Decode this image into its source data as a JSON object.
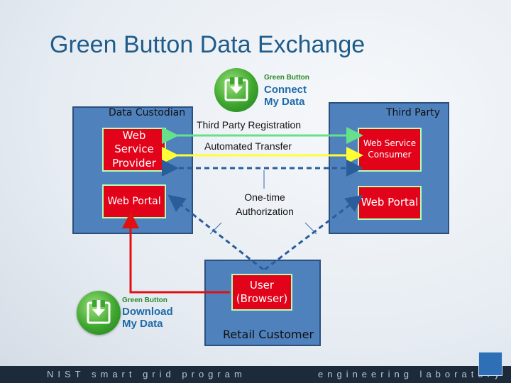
{
  "title": "Green Button Data Exchange",
  "connect_logo": {
    "small": "Green Button",
    "line1": "Connect",
    "line2": "My Data"
  },
  "download_logo": {
    "small": "Green Button",
    "line1": "Download",
    "line2": "My Data"
  },
  "custodian": {
    "label": "Data Custodian",
    "web_service_provider": "Web Service Provider",
    "web_portal": "Web Portal"
  },
  "third_party": {
    "label": "Third Party",
    "web_service_consumer": "Web Service Consumer",
    "web_portal": "Web Portal"
  },
  "retail": {
    "label": "Retail Customer",
    "user": "User (Browser)"
  },
  "flows": {
    "registration": "Third Party Registration",
    "transfer": "Automated Transfer",
    "authorization": "One-time Authorization"
  },
  "colors": {
    "box": "#4f81bd",
    "sub": "#e2031b",
    "registration": "#66e08a",
    "transfer": "#ffff33",
    "dashed": "#2a5d9a",
    "download": "#e01010"
  },
  "footer": {
    "left": "NIST smart grid program",
    "right": "engineering laboratory"
  }
}
